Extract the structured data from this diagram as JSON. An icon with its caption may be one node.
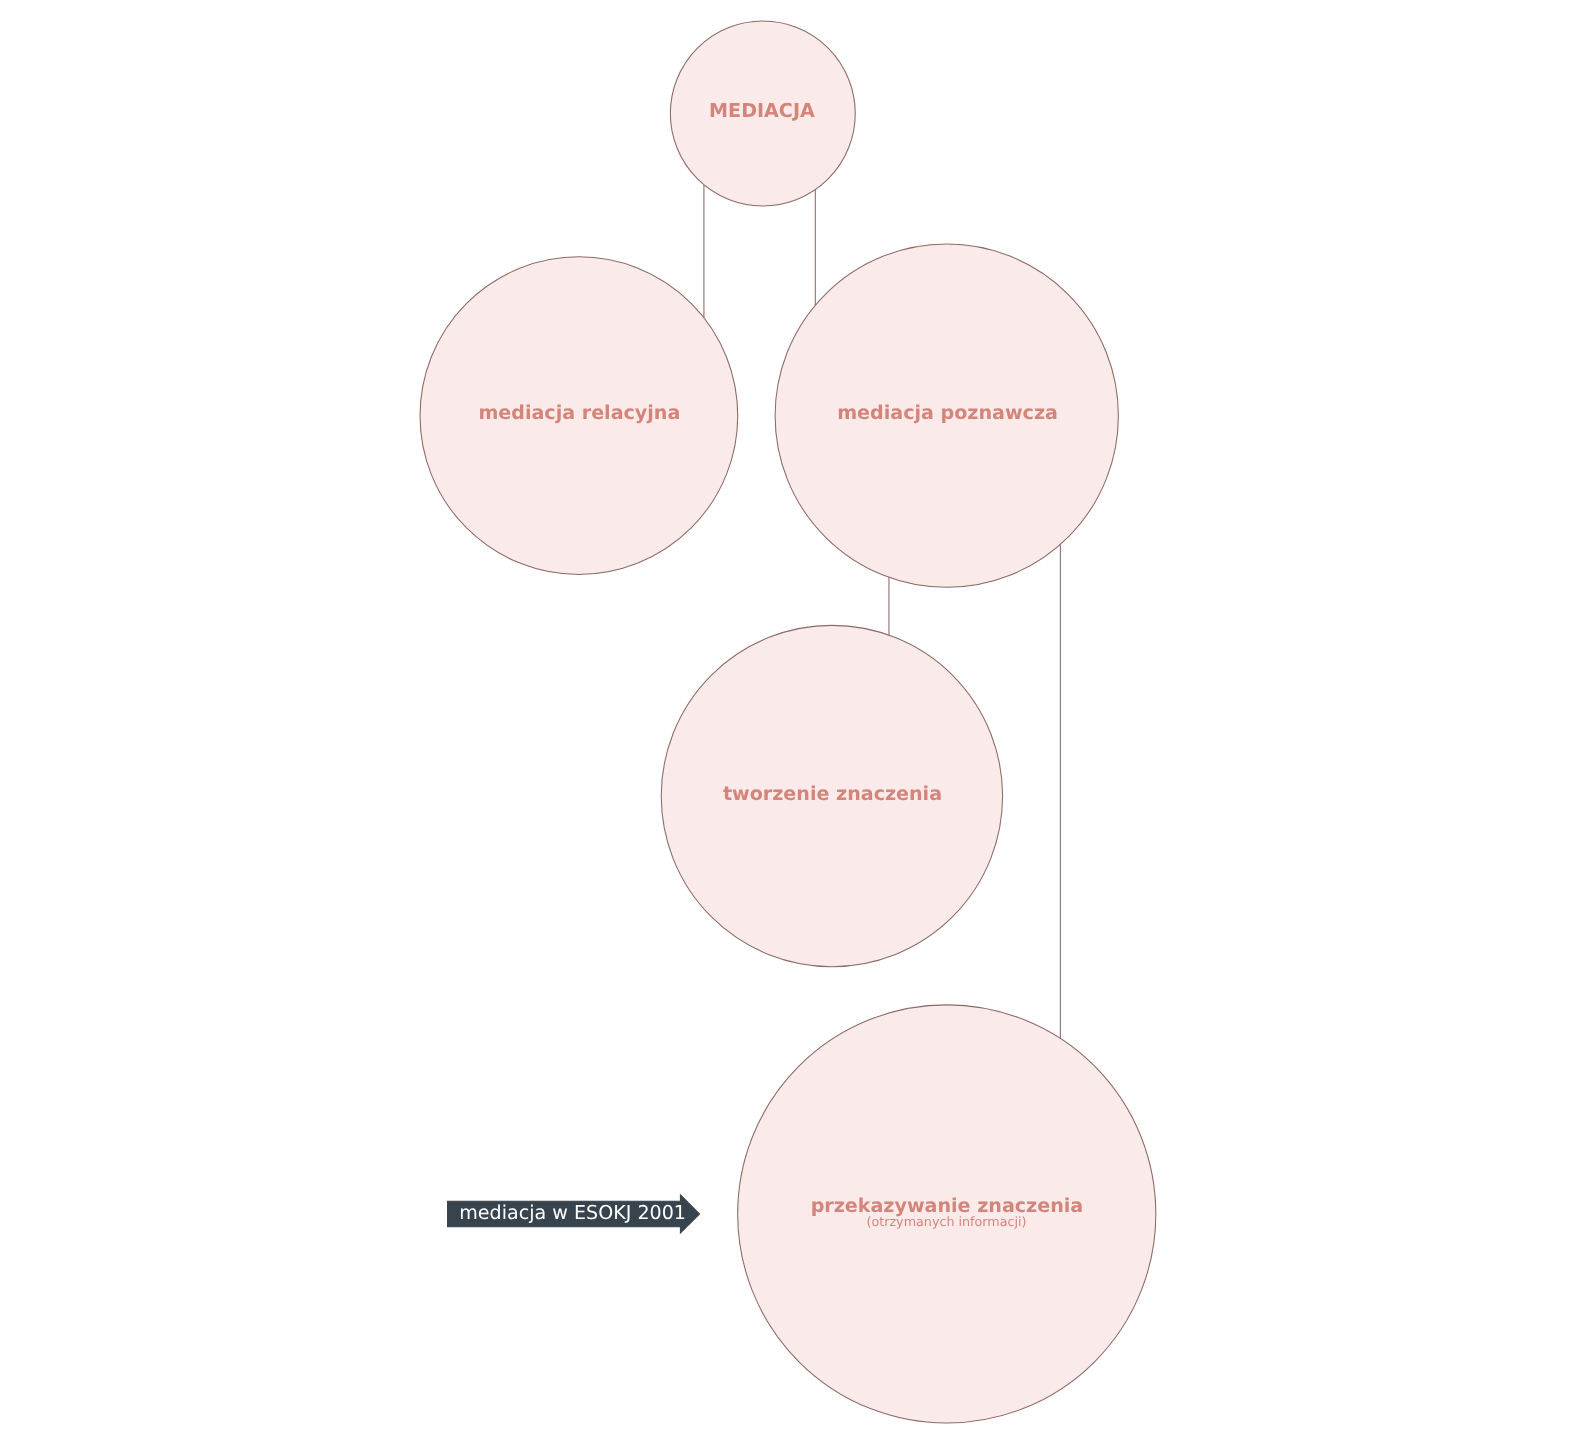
{
  "diagram": {
    "nodes": [
      {
        "text": [
          "MEDIACJA"
        ]
      },
      {
        "text": [
          "mediacja relacyjna"
        ]
      },
      {
        "text": [
          "mediacja poznawcza"
        ]
      },
      {
        "text": [
          "tworzenie znaczenia"
        ]
      },
      {
        "text": [
          "przekazywanie znaczenia",
          "(otrzymanych informacji)"
        ]
      },
      {
        "text": [
          "mediacja w ESOKJ 2001"
        ]
      }
    ],
    "edges": [
      {
        "from": 0,
        "to": 1,
        "arrow": "none"
      },
      {
        "from": 0,
        "to": 2,
        "arrow": "none"
      },
      {
        "from": 2,
        "to": 3,
        "arrow": "none"
      },
      {
        "from": 2,
        "to": 4,
        "arrow": "none"
      }
    ]
  }
}
